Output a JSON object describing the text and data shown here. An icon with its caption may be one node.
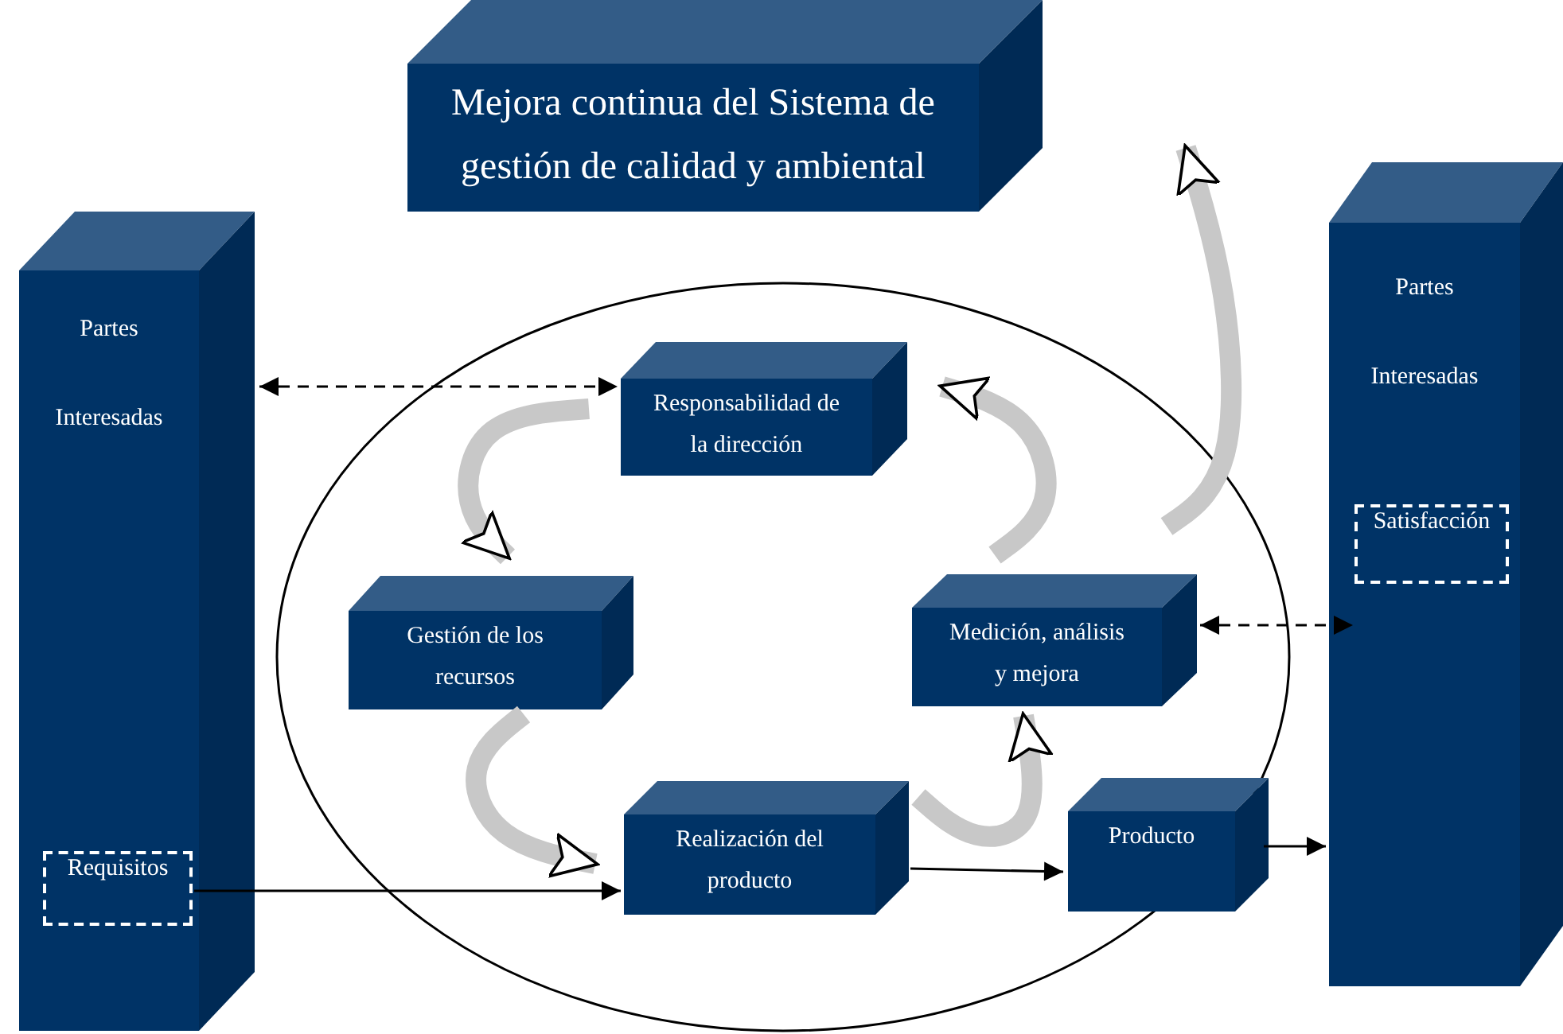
{
  "diagram": {
    "nodes": [
      {
        "text": [
          "Partes",
          "Interesadas"
        ]
      },
      {
        "text": [
          "Requisitos"
        ],
        "in": 0
      },
      {
        "text": [
          "Mejora continua del Sistema de gestión de calidad y ambiental"
        ]
      },
      {
        "text": [
          "Partes",
          "Interesadas"
        ]
      },
      {
        "text": [
          "Satisfacción"
        ],
        "in": 3
      },
      {
        "text": [
          "Responsabilidad de la dirección"
        ]
      },
      {
        "text": [
          "Gestión de los recursos"
        ]
      },
      {
        "text": [
          "Realización del producto"
        ]
      },
      {
        "text": [
          "Medición, análisis y mejora"
        ]
      },
      {
        "text": [
          "Producto"
        ]
      }
    ],
    "edges": [
      {
        "from": 0,
        "to": 5,
        "arrow": "both",
        "style": "dashed"
      },
      {
        "from": 5,
        "to": 6,
        "arrow": "to",
        "style": "thick",
        "color": "#c8c8c8"
      },
      {
        "from": 6,
        "to": 7,
        "arrow": "to",
        "style": "thick",
        "color": "#c8c8c8"
      },
      {
        "from": 7,
        "to": 8,
        "arrow": "to",
        "style": "thick",
        "color": "#c8c8c8"
      },
      {
        "from": 8,
        "to": 5,
        "arrow": "to",
        "style": "thick",
        "color": "#c8c8c8"
      },
      {
        "from": 8,
        "to": 2,
        "arrow": "to",
        "style": "thick",
        "color": "#c8c8c8"
      },
      {
        "from": 1,
        "to": 7,
        "arrow": "to"
      },
      {
        "from": 7,
        "to": 9,
        "arrow": "to"
      },
      {
        "from": 9,
        "to": 3,
        "arrow": "to"
      },
      {
        "from": 8,
        "to": 4,
        "arrow": "both",
        "style": "dashed"
      }
    ]
  }
}
